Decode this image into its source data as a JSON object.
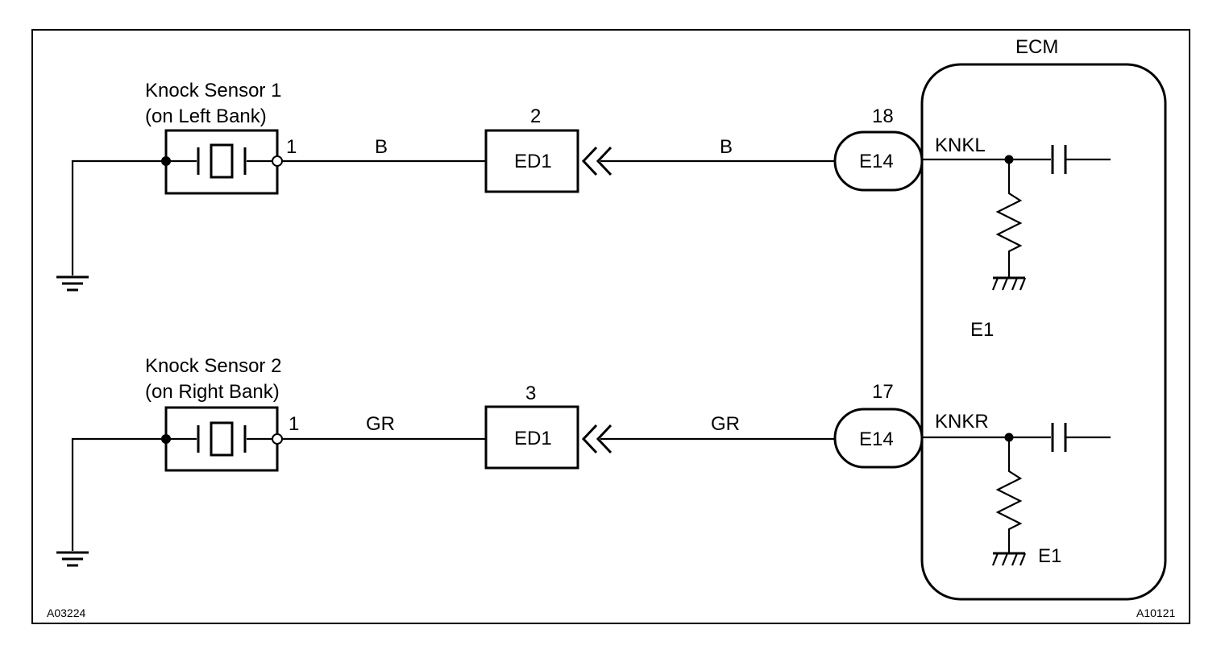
{
  "sensor1": {
    "title": "Knock Sensor 1",
    "subtitle": "(on Left Bank)",
    "pin": "1"
  },
  "sensor2": {
    "title": "Knock Sensor 2",
    "subtitle": "(on Right Bank)",
    "pin": "1"
  },
  "wire_color_top": "B",
  "wire_color_bottom": "GR",
  "connector_top": {
    "name": "ED1",
    "pin": "2"
  },
  "connector_bottom": {
    "name": "ED1",
    "pin": "3"
  },
  "ecm_connector_top": {
    "name": "E14",
    "pin": "18"
  },
  "ecm_connector_bottom": {
    "name": "E14",
    "pin": "17"
  },
  "ecm": {
    "label": "ECM",
    "knkl": "KNKL",
    "knkr": "KNKR",
    "e1_middle": "E1",
    "e1_bottom": "E1"
  },
  "codes": {
    "left": "A03224",
    "right": "A10121"
  }
}
